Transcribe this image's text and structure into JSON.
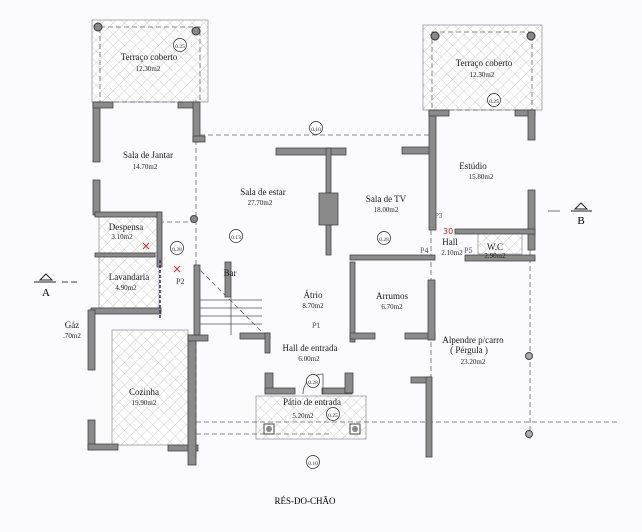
{
  "plan": {
    "title": "RÉS-DO-CHÃO",
    "section_markers": [
      "A",
      "B"
    ],
    "rooms": [
      {
        "name": "Terraço coberto",
        "area": "12.30m2"
      },
      {
        "name": "Terraço coberto",
        "area": "12.30m2"
      },
      {
        "name": "Sala de Jantar",
        "area": "14.70m2"
      },
      {
        "name": "Sala de estar",
        "area": "27.70m2"
      },
      {
        "name": "Sala de TV",
        "area": "18.00m2"
      },
      {
        "name": "Estúdio",
        "area": "15.80m2"
      },
      {
        "name": "Despensa",
        "area": "3.10m2"
      },
      {
        "name": "Lavandaria",
        "area": "4.90m2"
      },
      {
        "name": "Bar",
        "area": ""
      },
      {
        "name": "Átrio",
        "area": "8.70m2"
      },
      {
        "name": "Arrumos",
        "area": "6.70m2"
      },
      {
        "name": "Hall",
        "area": "2.10m2"
      },
      {
        "name": "W.C",
        "area": "2.90m2"
      },
      {
        "name": "Gáz",
        "area": ".70m2"
      },
      {
        "name": "Cozinha",
        "area": "19.90m2"
      },
      {
        "name": "Hall de entrada",
        "area": "6.00m2"
      },
      {
        "name": "Pátio de entrada",
        "area": "5.20m2"
      },
      {
        "name": "Alpendre p/carro",
        "area": "23.20m2",
        "note": "( Pérgula )"
      }
    ],
    "levels": [
      "0.25",
      "0.10",
      "0.13",
      "0.28",
      "0.28",
      "0.25",
      "0.28",
      "0.25",
      "0.10"
    ],
    "handwritten": [
      "30",
      "P4",
      "P5",
      "P2",
      "P1",
      "P3"
    ]
  }
}
